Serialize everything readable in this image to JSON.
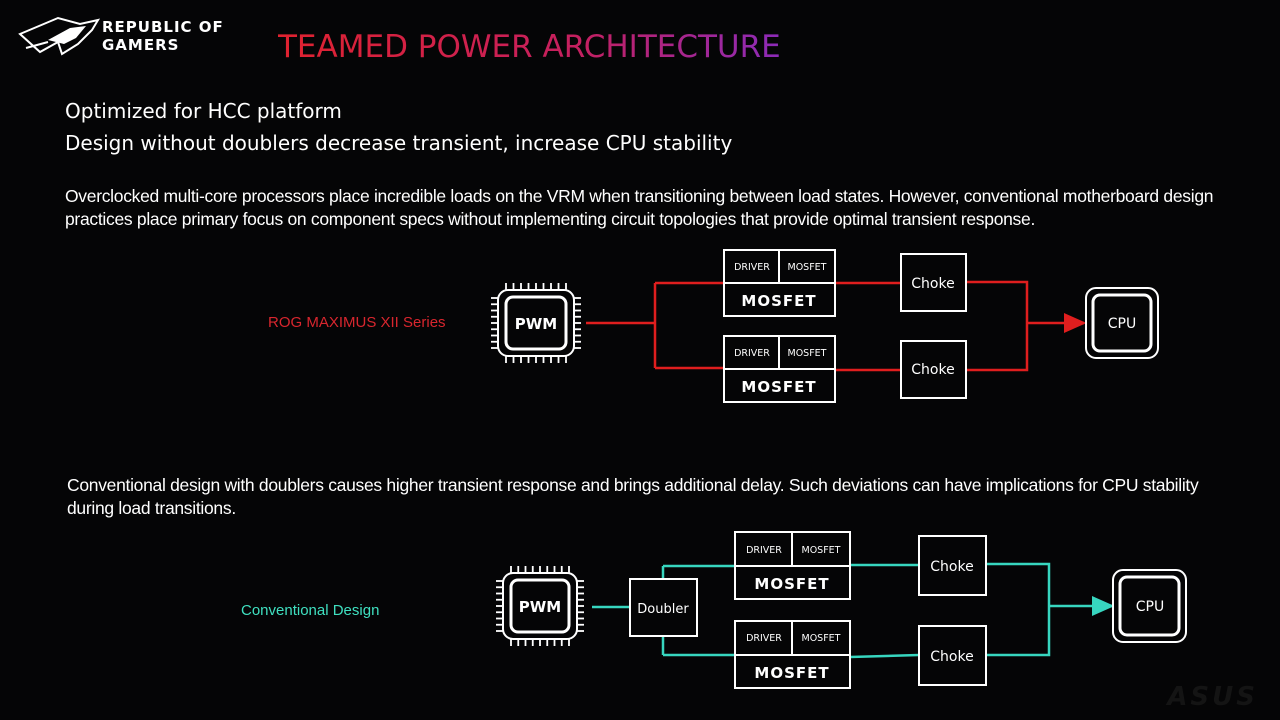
{
  "header": {
    "brand_line1": "REPUBLIC OF",
    "brand_line2": "GAMERS",
    "title": "TEAMED POWER ARCHITECTURE"
  },
  "subtitles": [
    "Optimized for HCC platform",
    "Design without doublers decrease transient, increase CPU stability"
  ],
  "paragraphs": [
    "Overclocked multi-core processors place incredible loads on the VRM when transitioning between load states. However, conventional motherboard design practices place primary focus on component specs without implementing circuit topologies that provide optimal transient response.",
    "Conventional design with doublers causes higher transient response and brings additional delay. Such deviations can have implications for CPU stability during load transitions."
  ],
  "diagrams": {
    "rog": {
      "label": "ROG MAXIMUS XII Series",
      "color": "#e01e1e",
      "pwm": "PWM",
      "driver": "DRIVER",
      "mosfet_small": "MOSFET",
      "mosfet": "MOSFET",
      "choke": "Choke",
      "cpu": "CPU"
    },
    "conventional": {
      "label": "Conventional Design",
      "color": "#37d6bf",
      "pwm": "PWM",
      "doubler": "Doubler",
      "driver": "DRIVER",
      "mosfet_small": "MOSFET",
      "mosfet": "MOSFET",
      "choke": "Choke",
      "cpu": "CPU"
    }
  },
  "watermark": "ASUS"
}
